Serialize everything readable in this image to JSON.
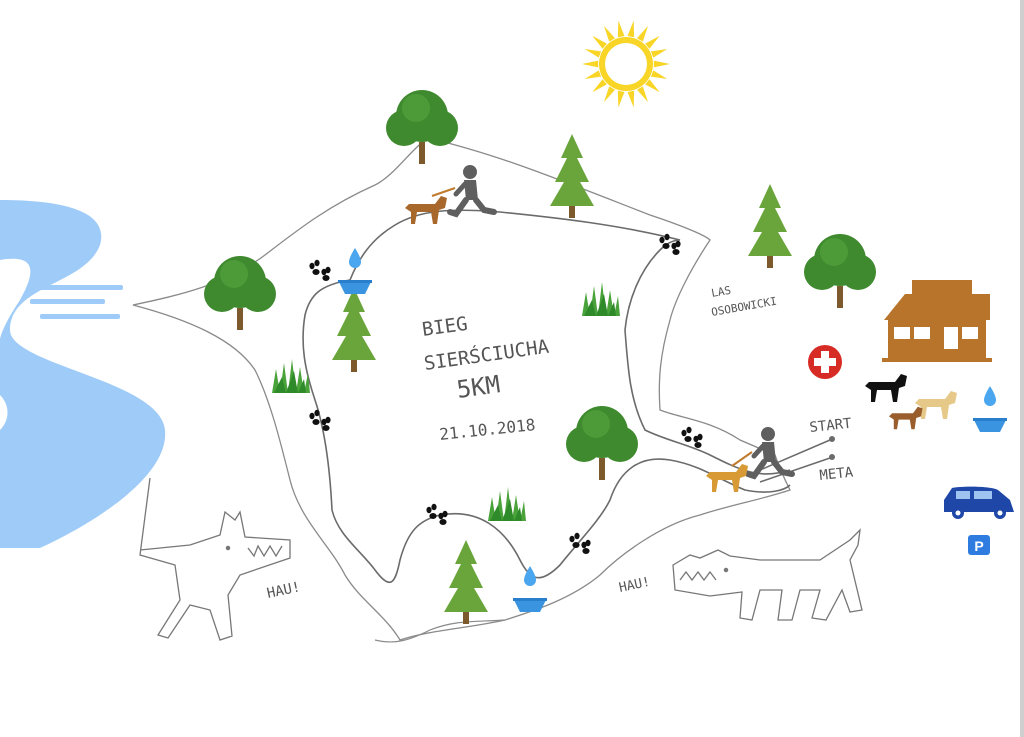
{
  "title": {
    "line1": "BIEG",
    "line2": "SIERŚCIUCHA",
    "line3": "5KM",
    "date": "21.10.2018"
  },
  "labels": {
    "forest_line1": "LAS",
    "forest_line2": "OSOBOWICKI",
    "start": "START",
    "finish": "META",
    "bark_left": "HAU!",
    "bark_right": "HAU!",
    "parking": "P"
  },
  "colors": {
    "river": "#9ecbf7",
    "tree_dark": "#3f8a2e",
    "tree_light": "#6aa53b",
    "water": "#3b94e0",
    "building": "#b8742a",
    "car": "#1f47a8",
    "sun": "#f8d526",
    "first_aid": "#d72b26",
    "route": "#6b6b6b",
    "runner": "#5f5f5f"
  },
  "icons": [
    "sun-icon",
    "tree-icon",
    "grass-icon",
    "water-bowl-icon",
    "paw-prints-icon",
    "runner-with-dog-icon",
    "building-icon",
    "first-aid-icon",
    "dog-icon",
    "car-icon",
    "parking-icon"
  ]
}
